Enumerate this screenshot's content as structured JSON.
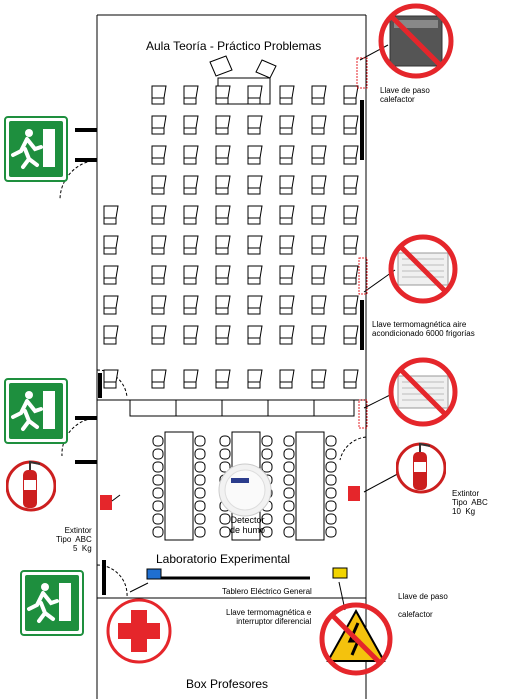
{
  "rooms": {
    "classroom": "Aula Teoría  - Práctico Problemas",
    "laboratory": "Laboratorio  Experimental",
    "office": "Box Profesores"
  },
  "labels": {
    "heater_valve_top": "Llave de paso\ncalefactor",
    "breaker_ac": "Llave termomagnética aire\nacondicionado 6000 frigorías",
    "extinguisher_right": "Extintor\nTipo  ABC\n10  Kg",
    "extinguisher_left": "Extintor\nTipo  ABC\n5  Kg",
    "smoke_detector": "Detector\nde humo",
    "panel": "Tablero  Eléctrico  General",
    "breaker_diff": "Llave termomagnética e\ninterruptor diferencial",
    "gas_valve_bottom": "Llave de paso\n\ncalefactor"
  },
  "colors": {
    "prohibition_red": "#e5262b",
    "exit_green": "#1e8f3e",
    "extinguisher_red": "#cc1f1f",
    "panel_blue": "#1f6fd1",
    "panel_yellow": "#f2d400",
    "warning_yellow": "#f4c20d"
  }
}
